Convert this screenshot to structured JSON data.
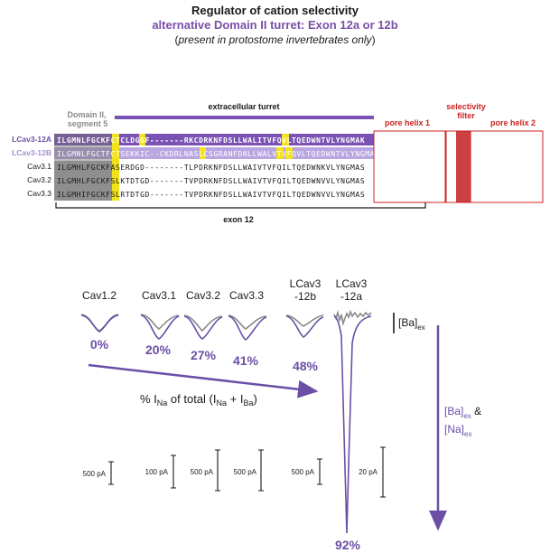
{
  "header": {
    "title": "Regulator of cation selectivity",
    "subtitle": "alternative Domain II turret: Exon 12a or 12b",
    "note_prefix": "(",
    "note_italic": "present in protostome invertebrates only",
    "note_suffix": ")"
  },
  "alignment": {
    "domain_label_1": "Domain II,",
    "domain_label_2": "segment 5",
    "turret_label": "extracellular turret",
    "pore_helix_1": "pore helix 1",
    "selectivity_1": "selectivity",
    "selectivity_2": "filter",
    "pore_helix_2": "pore helix 2",
    "exon_label": "exon 12",
    "rows": [
      {
        "name": "LCaν3-12A",
        "seq": "ILGMNLFGCKFCTCLDGGF-------RKCDRKNFDSLLWALITVFQVLTQEDWNTVLYNGMAK"
      },
      {
        "name": "LCav3-12B",
        "seq": "ILGMNLFGCTFCTSEKKIC--CKDRLNASLCSGRANFDNLLWALVTVFQVLTQEDWNTVLYNGMAK"
      },
      {
        "name": "Caν3.1",
        "seq": "ILGMHLFGCKFASERDGD--------TLPDRKNFDSLLWAIVTVFQILTQEDWNKVLYNGMAS"
      },
      {
        "name": "Caν3.2",
        "seq": "ILGMHLFGCKFSLKTDTGD-------TVPDRKNFDSLLWAIVTVFQILTQEDWNVVLYNGMAS"
      },
      {
        "name": "Caν3.3",
        "seq": "ILGMHIFGCKFSLRTDTGD-------TVPDRKNFDSLLWAIVTVFQILTQEDWNVVLYNGMAS"
      }
    ]
  },
  "traces": {
    "channels": [
      {
        "name": "Cav1.2",
        "pct": "0%"
      },
      {
        "name": "Cav3.1",
        "pct": "20%"
      },
      {
        "name": "Cav3.2",
        "pct": "27%"
      },
      {
        "name": "Cav3.3",
        "pct": "41%"
      },
      {
        "name_1": "LCav3",
        "name_2": "-12b",
        "pct": "48%"
      },
      {
        "name_1": "LCav3",
        "name_2": "-12a",
        "pct": "92%"
      }
    ],
    "scale_bars": [
      "500 pA",
      "100 pA",
      "500 pA",
      "500 pA",
      "500 pA",
      "20 pA"
    ],
    "ba_label": "[Ba]",
    "ba_sub": "ex",
    "arrow_label_main": "% I",
    "arrow_label_sub": "Na",
    "arrow_label_rest": " of total (I",
    "arrow_label_sub2": "Na",
    "arrow_label_plus": " + I",
    "arrow_label_sub3": "Ba",
    "arrow_label_end": ")",
    "right_label_1": "[Ba]",
    "right_label_1_sub": "ex",
    "right_label_amp": " &",
    "right_label_2": "[Na]",
    "right_label_2_sub": "ex",
    "colors": {
      "purple": "#6b4fa6",
      "grey": "#8a8a8a",
      "red": "#cc2222",
      "yellow": "#f2e21b"
    }
  }
}
